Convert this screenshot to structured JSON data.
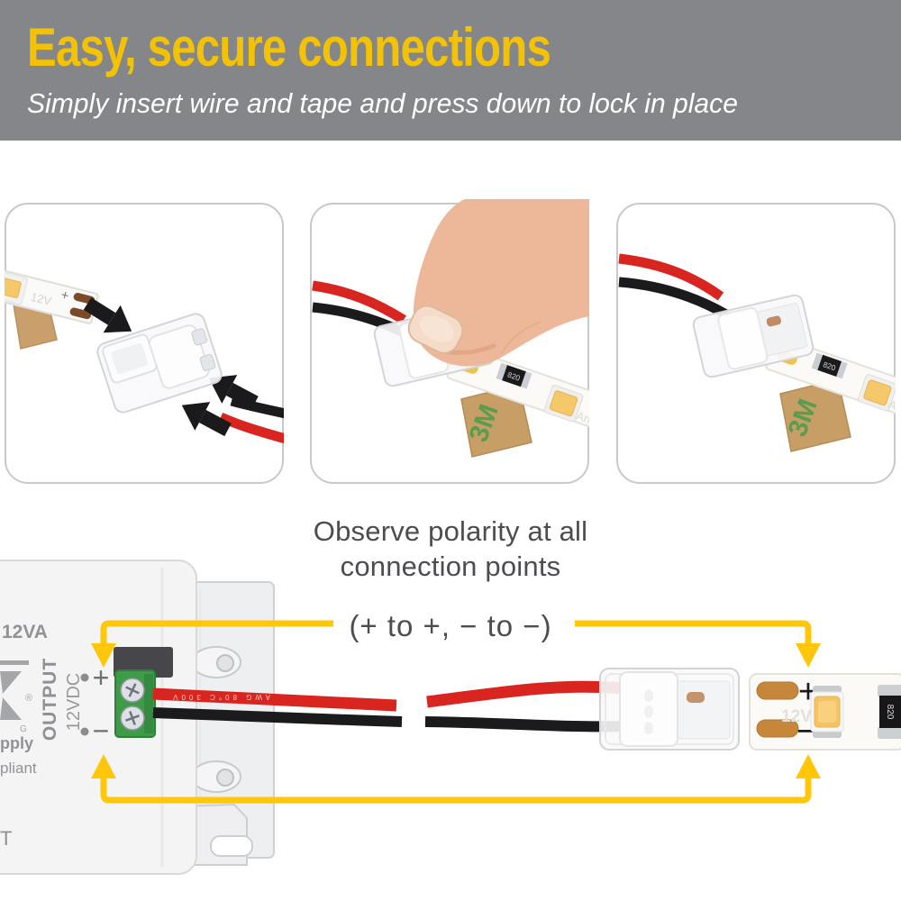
{
  "header": {
    "title": "Easy, secure connections",
    "subtitle": "Simply insert wire and tape and press down to lock in place",
    "bg": "#85868A",
    "title_color": "#F3C202",
    "subtitle_color": "#FFFFFF"
  },
  "steps": [
    {
      "name": "insert-strip-and-wire",
      "strip_print_voltage": "12V",
      "strip_print_plus": "+"
    },
    {
      "name": "press-down-to-lock",
      "tape_brand": "3M",
      "resistor_label": "820",
      "strip_watermark": "Arm"
    },
    {
      "name": "locked-connection",
      "tape_brand": "3M",
      "resistor_label": "820",
      "strip_watermark": "Arm"
    }
  ],
  "polarity_note": {
    "line1": "Observe polarity at all",
    "line2": "connection points",
    "formula": "(+ to +, − to −)",
    "text_color": "#4B4D50",
    "arrow_color": "#FFC60A"
  },
  "power_supply": {
    "rating_partial": "12VA",
    "output_label": "OUTPUT",
    "output_voltage": "12VDC",
    "plus": "+",
    "minus": "−",
    "partial_supply": "pply",
    "partial_compliant": "pliant",
    "partial_t": "T",
    "registered_mark": "®",
    "partial_g": "G",
    "wire_print": "AWG  80°C  300V"
  },
  "led_strip": {
    "plus": "+",
    "minus": "−",
    "voltage_print": "12V",
    "resistor_label": "820"
  },
  "colors": {
    "positive_wire": "#D8251F",
    "negative_wire": "#1B1B1D",
    "terminal_block": "#3E9C49",
    "copper_pad": "#C6873B",
    "tape": "#C79E66"
  }
}
